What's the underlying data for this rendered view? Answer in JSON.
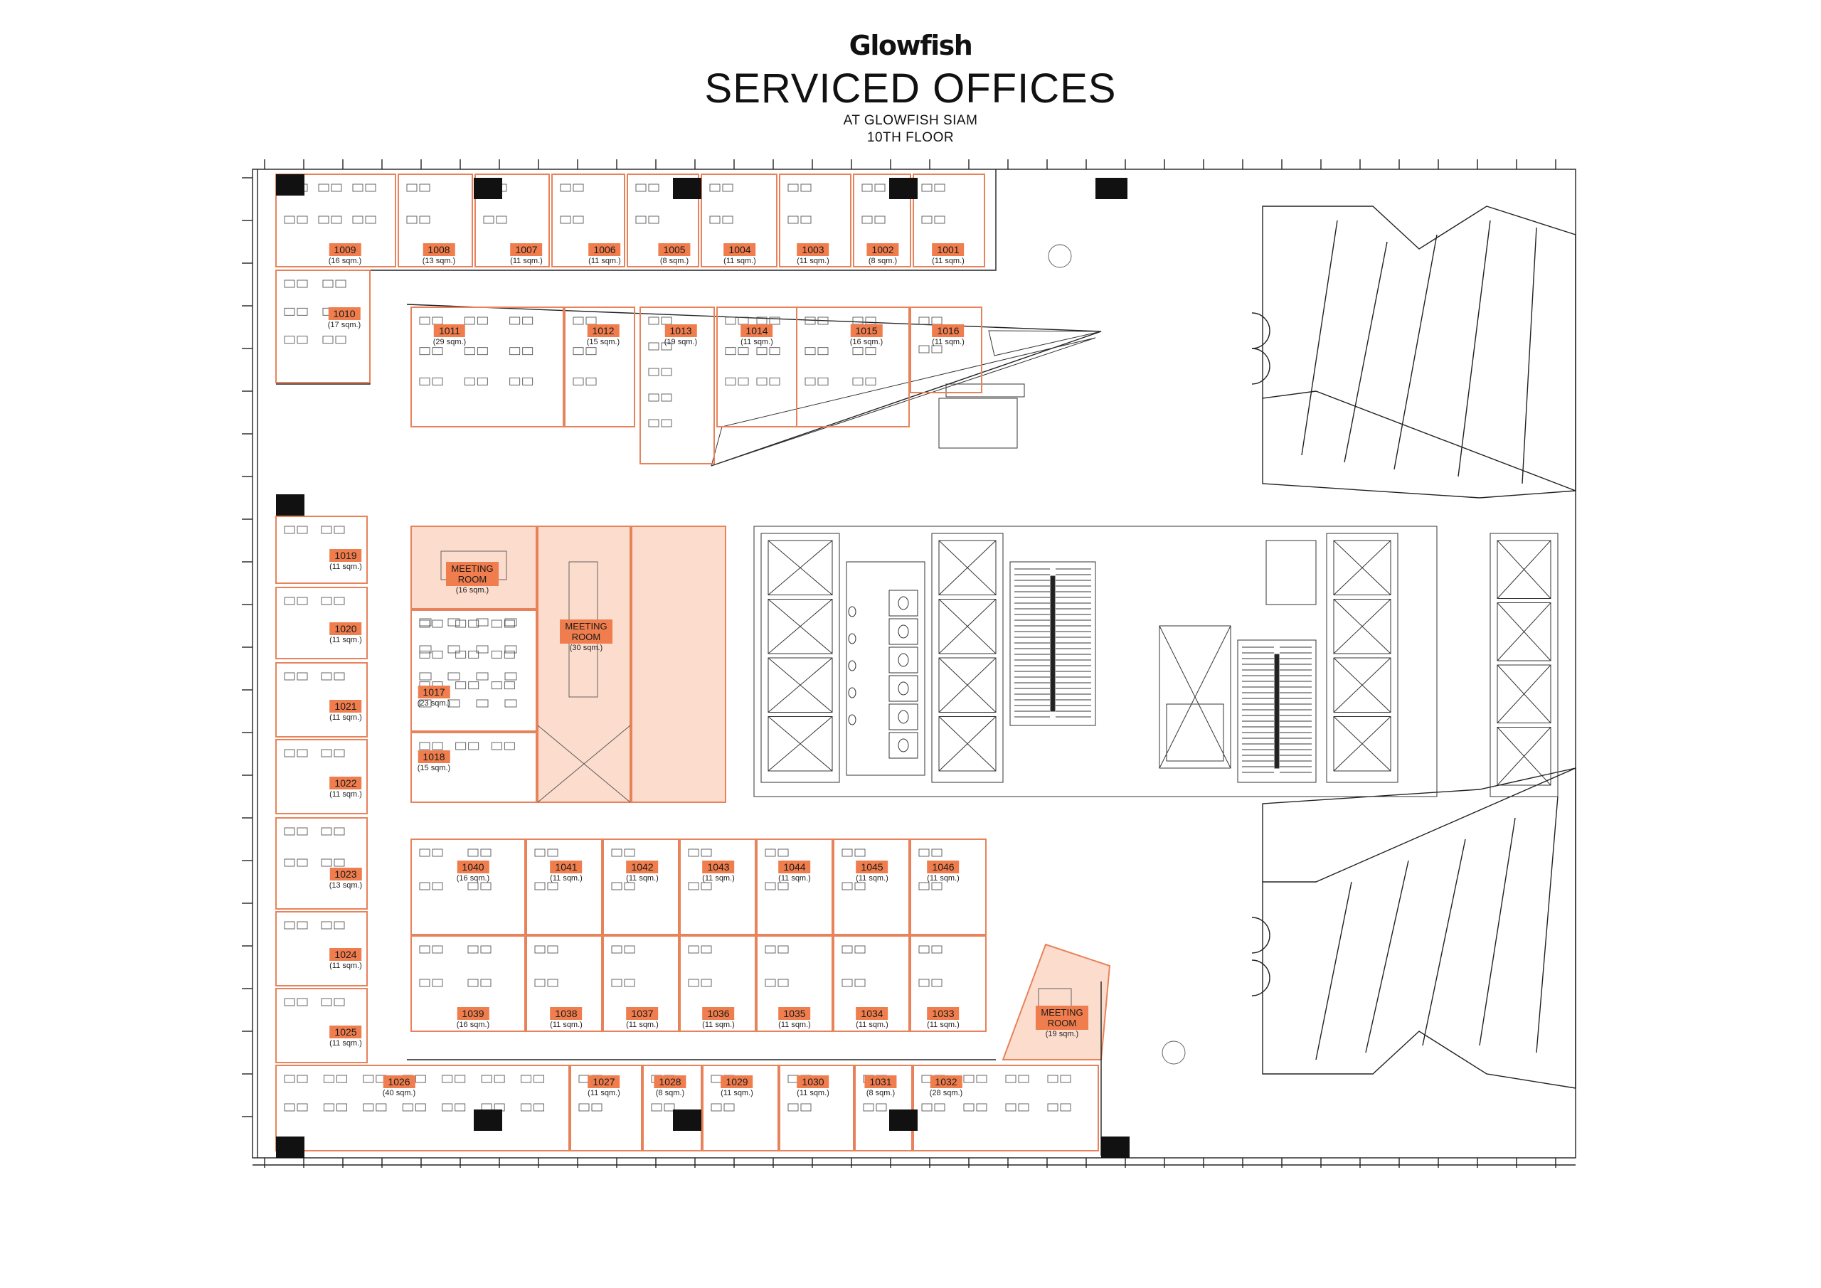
{
  "header": {
    "logo": "Glowfish",
    "title": "SERVICED OFFICES",
    "subtitle_1": "AT GLOWFISH SIAM",
    "subtitle_2": "10TH FLOOR"
  },
  "colors": {
    "accent": "#ef7d4d",
    "room_outline": "#e8825a",
    "room_fill": "#fbdccd",
    "wall": "#222222",
    "furniture": "#555555"
  },
  "offices": [
    {
      "id": "1009",
      "area": "(16 sqm.)"
    },
    {
      "id": "1008",
      "area": "(13 sqm.)"
    },
    {
      "id": "1007",
      "area": "(11 sqm.)"
    },
    {
      "id": "1006",
      "area": "(11 sqm.)"
    },
    {
      "id": "1005",
      "area": "(8 sqm.)"
    },
    {
      "id": "1004",
      "area": "(11 sqm.)"
    },
    {
      "id": "1003",
      "area": "(11 sqm.)"
    },
    {
      "id": "1002",
      "area": "(8 sqm.)"
    },
    {
      "id": "1001",
      "area": "(11 sqm.)"
    },
    {
      "id": "1010",
      "area": "(17 sqm.)"
    },
    {
      "id": "1011",
      "area": "(29 sqm.)"
    },
    {
      "id": "1012",
      "area": "(15 sqm.)"
    },
    {
      "id": "1013",
      "area": "(19 sqm.)"
    },
    {
      "id": "1014",
      "area": "(11 sqm.)"
    },
    {
      "id": "1015",
      "area": "(16 sqm.)"
    },
    {
      "id": "1016",
      "area": "(11 sqm.)"
    },
    {
      "id": "1019",
      "area": "(11 sqm.)"
    },
    {
      "id": "1020",
      "area": "(11 sqm.)"
    },
    {
      "id": "1021",
      "area": "(11 sqm.)"
    },
    {
      "id": "1022",
      "area": "(11 sqm.)"
    },
    {
      "id": "1017",
      "area": "(23 sqm.)"
    },
    {
      "id": "1018",
      "area": "(15 sqm.)"
    },
    {
      "id": "1023",
      "area": "(13 sqm.)"
    },
    {
      "id": "1024",
      "area": "(11 sqm.)"
    },
    {
      "id": "1025",
      "area": "(11 sqm.)"
    },
    {
      "id": "1040",
      "area": "(16 sqm.)"
    },
    {
      "id": "1041",
      "area": "(11 sqm.)"
    },
    {
      "id": "1042",
      "area": "(11 sqm.)"
    },
    {
      "id": "1043",
      "area": "(11 sqm.)"
    },
    {
      "id": "1044",
      "area": "(11 sqm.)"
    },
    {
      "id": "1045",
      "area": "(11 sqm.)"
    },
    {
      "id": "1046",
      "area": "(11 sqm.)"
    },
    {
      "id": "1039",
      "area": "(16 sqm.)"
    },
    {
      "id": "1038",
      "area": "(11 sqm.)"
    },
    {
      "id": "1037",
      "area": "(11 sqm.)"
    },
    {
      "id": "1036",
      "area": "(11 sqm.)"
    },
    {
      "id": "1035",
      "area": "(11 sqm.)"
    },
    {
      "id": "1034",
      "area": "(11 sqm.)"
    },
    {
      "id": "1033",
      "area": "(11 sqm.)"
    },
    {
      "id": "1026",
      "area": "(40 sqm.)"
    },
    {
      "id": "1027",
      "area": "(11 sqm.)"
    },
    {
      "id": "1028",
      "area": "(8 sqm.)"
    },
    {
      "id": "1029",
      "area": "(11 sqm.)"
    },
    {
      "id": "1030",
      "area": "(11 sqm.)"
    },
    {
      "id": "1031",
      "area": "(8 sqm.)"
    },
    {
      "id": "1032",
      "area": "(28 sqm.)"
    }
  ],
  "meeting_rooms": [
    {
      "name": "MEETING ROOM",
      "area": "(16 sqm.)"
    },
    {
      "name": "MEETING ROOM",
      "area": "(30 sqm.)"
    },
    {
      "name": "MEETING ROOM",
      "area": "(19 sqm.)"
    }
  ]
}
